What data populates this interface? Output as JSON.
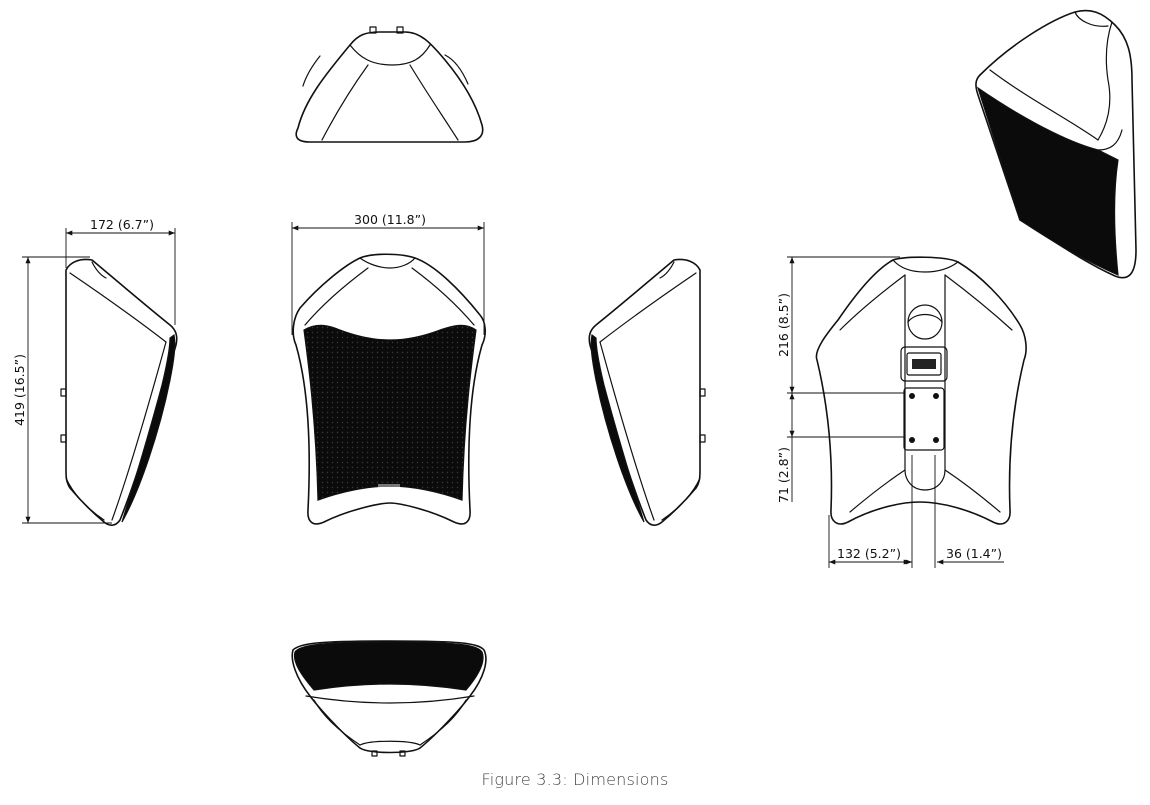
{
  "caption": "Figure 3.3: Dimensions",
  "dimensions": {
    "depth": "172 (6.7”)",
    "width": "300 (11.8”)",
    "height": "419 (16.5”)",
    "mount_top": "216 (8.5”)",
    "mount_spacing": "71 (2.8”)",
    "mount_left": "132 (5.2”)",
    "mount_width": "36 (1.4”)"
  },
  "colors": {
    "line": "#111111",
    "grille": "#0b0b0b",
    "caption": "#444444"
  }
}
